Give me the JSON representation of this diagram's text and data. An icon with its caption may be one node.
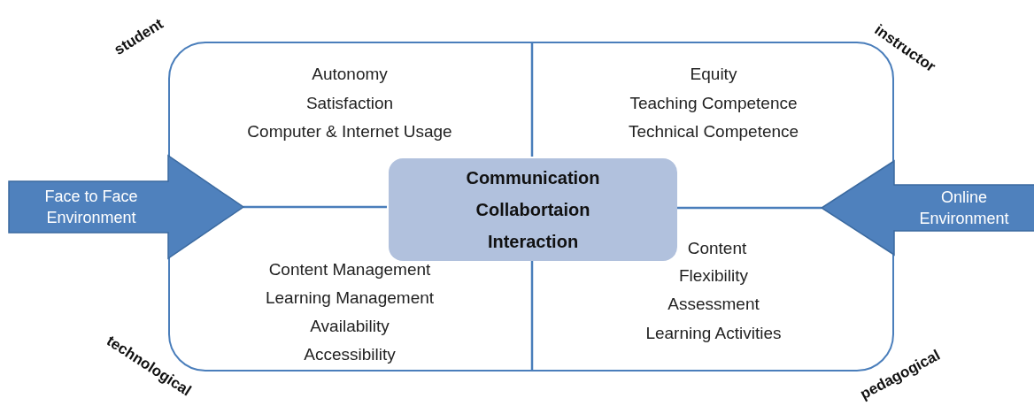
{
  "diagram": {
    "nodes": [
      {
        "text": [],
        "shape": "box"
      },
      {
        "text": [
          "Communication",
          "Collabortaion",
          "Interaction"
        ],
        "in": 0
      },
      {
        "text": [
          "Face to Face Environment"
        ]
      },
      {
        "text": [
          "Online Environment"
        ]
      }
    ],
    "edges": [
      {
        "from": 2,
        "to": 1,
        "arrow": "none"
      },
      {
        "from": 3,
        "to": 1,
        "arrow": "none"
      }
    ],
    "labels": [
      "student",
      "instructor",
      "Autonomy",
      "Satisfaction",
      "Computer & Internet Usage",
      "Equity",
      "Teaching Competence",
      "Technical Competence",
      "Content Management",
      "Learning Management",
      "Availability",
      "Accessibility",
      "Content",
      "Flexibility",
      "Assessment",
      "Learning Activities",
      "technological",
      "pedagogical"
    ]
  }
}
